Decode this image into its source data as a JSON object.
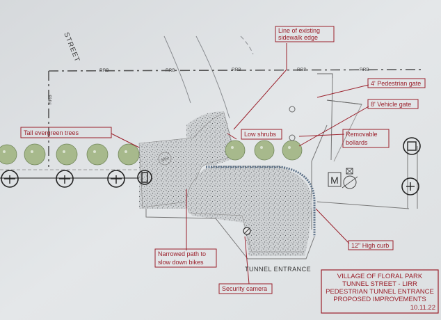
{
  "street_label": "STREET",
  "property_line_label": "RRB",
  "manhole_label": "MH",
  "electrical_label": "M",
  "tunnel_entrance_label": "TUNNEL ENTRANCE",
  "callouts": {
    "sidewalk_edge": [
      "Line of existing",
      "sidewalk edge"
    ],
    "pedestrian_gate": "4' Pedestrian gate",
    "vehicle_gate": "8' Vehicle gate",
    "evergreen_trees": "Tall evergreen trees",
    "low_shrubs": "Low shrubs",
    "bollards": [
      "Removable",
      "bollards"
    ],
    "narrowed_path": [
      "Narrowed path to",
      "slow down bikes"
    ],
    "high_curb": "12\" High curb",
    "security_camera": "Security camera"
  },
  "title_block": {
    "line1": "VILLAGE OF FLORAL PARK",
    "line2": "TUNNEL STREET - LIRR",
    "line3": "PEDESTRIAN TUNNEL ENTRANCE",
    "line4": "PROPOSED IMPROVEMENTS",
    "date": "10.11.22"
  },
  "colors": {
    "paper": "#e3e6e8",
    "linework": "#7d8084",
    "annotation": "#9a1f2a",
    "gravel": "#a9acaf",
    "tree": "#a7b98c",
    "curb": "#5a6f86"
  }
}
